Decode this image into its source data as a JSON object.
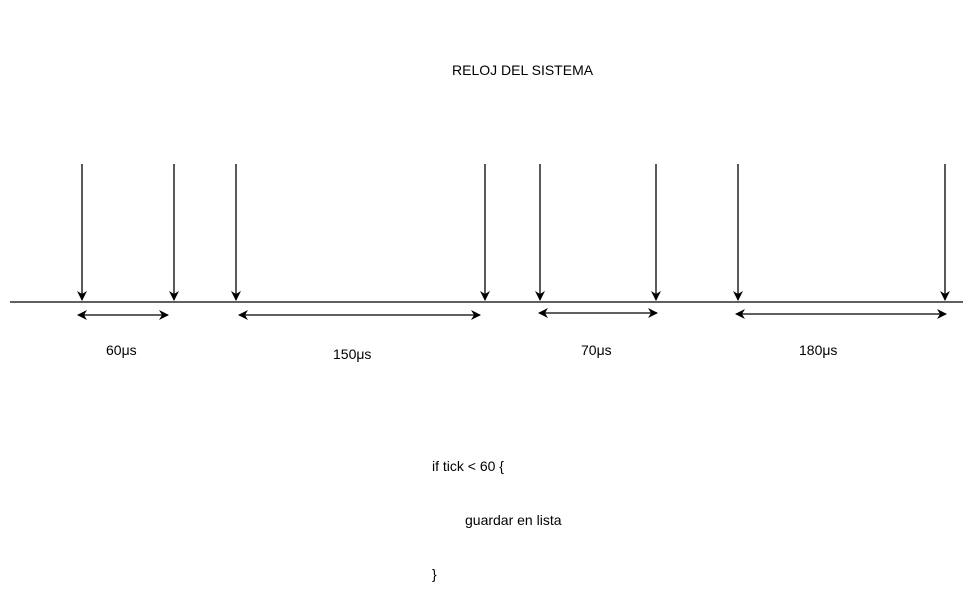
{
  "title": "RELOJ DEL SISTEMA",
  "intervals": [
    {
      "label": "60μs"
    },
    {
      "label": "150μs"
    },
    {
      "label": "70μs"
    },
    {
      "label": "180μs"
    }
  ],
  "code": {
    "line1": "if tick < 60 {",
    "line2": "guardar en lista",
    "line3": "}"
  },
  "colors": {
    "stroke": "#000000",
    "background": "#ffffff"
  }
}
